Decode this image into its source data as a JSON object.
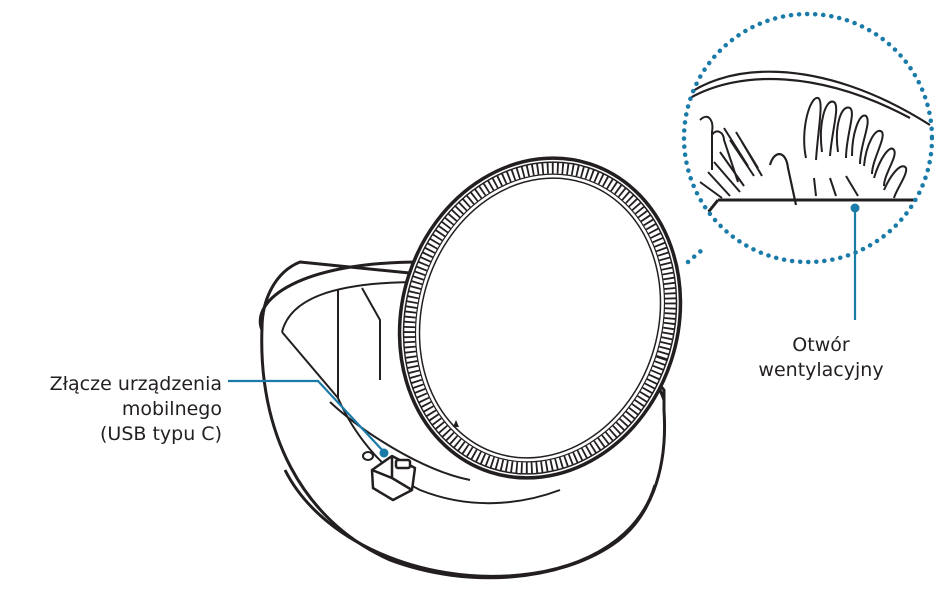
{
  "callouts": {
    "connector": {
      "line1": "Złącze urządzenia",
      "line2": "mobilnego",
      "line3": "(USB typu C)"
    },
    "vent": {
      "line1": "Otwór",
      "line2": "wentylacyjny"
    }
  },
  "colors": {
    "outline": "#231f20",
    "callout_accent": "#1a7aa8",
    "background": "#ffffff"
  },
  "icons": {
    "pad_marker": "triangle-up"
  }
}
